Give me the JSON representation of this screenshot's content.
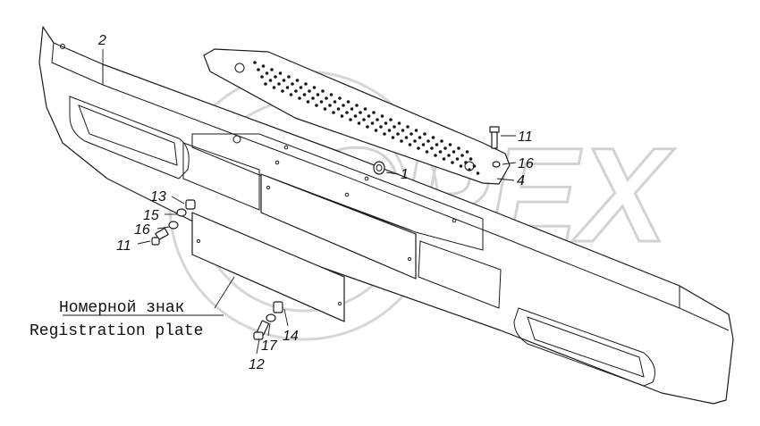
{
  "callouts": {
    "c1": "1",
    "c2": "2",
    "c4": "4",
    "c11a": "11",
    "c11b": "11",
    "c12": "12",
    "c13": "13",
    "c14": "14",
    "c15": "15",
    "c16a": "16",
    "c16b": "16",
    "c17": "17"
  },
  "labels": {
    "plate_ru": "Номерной знак",
    "plate_en": "Registration plate"
  },
  "watermark": {
    "text": "OPEX"
  }
}
